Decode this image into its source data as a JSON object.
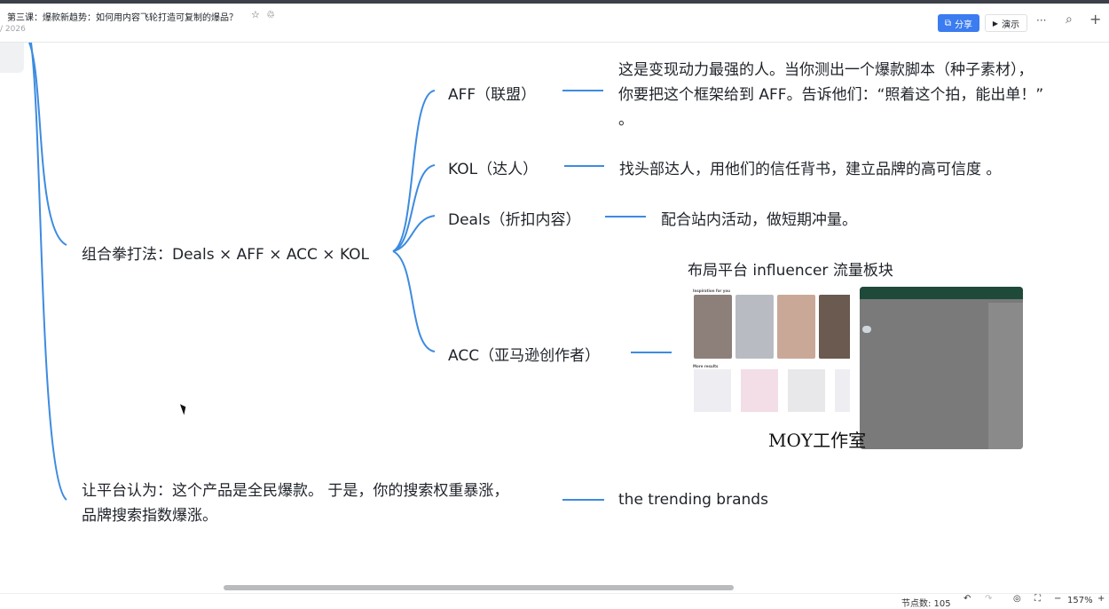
{
  "header": {
    "title": "第三课：爆款新趋势：如何用内容飞轮打造可复制的爆品？",
    "date": "/ 2026",
    "share_label": "分享",
    "present_label": "演示",
    "more_label": "···"
  },
  "mindmap": {
    "combo": {
      "label": "组合拳打法：Deals × AFF × ACC × KOL",
      "children": [
        {
          "label": "AFF（联盟）",
          "note_lines": [
            "这是变现动力最强的人。当你测出一个爆款脚本（种子素材），",
            "你要把这个框架给到 AFF。告诉他们：“照着这个拍，能出单！”",
            "。"
          ]
        },
        {
          "label": "KOL（达人）",
          "note": "找头部达人，用他们的信任背书，建立品牌的高可信度 。"
        },
        {
          "label": "Deals（折扣内容）",
          "note": "配合站内活动，做短期冲量。"
        },
        {
          "label": "ACC（亚马逊创作者）",
          "image_caption": "布局平台 influencer 流量板块",
          "image_sections": [
            "Inspiration for you",
            "More results"
          ],
          "watermark": "MOY工作室"
        }
      ]
    },
    "platform": {
      "label_lines": [
        "让平台认为：这个产品是全民爆款。 于是，你的搜索权重暴涨，",
        "品牌搜索指数爆涨。"
      ],
      "note": "the trending brands"
    }
  },
  "status": {
    "node_count": "节点数: 105",
    "zoom": "157%"
  },
  "colors": {
    "branch": "#3d8be0",
    "accent": "#3b7cf0"
  }
}
